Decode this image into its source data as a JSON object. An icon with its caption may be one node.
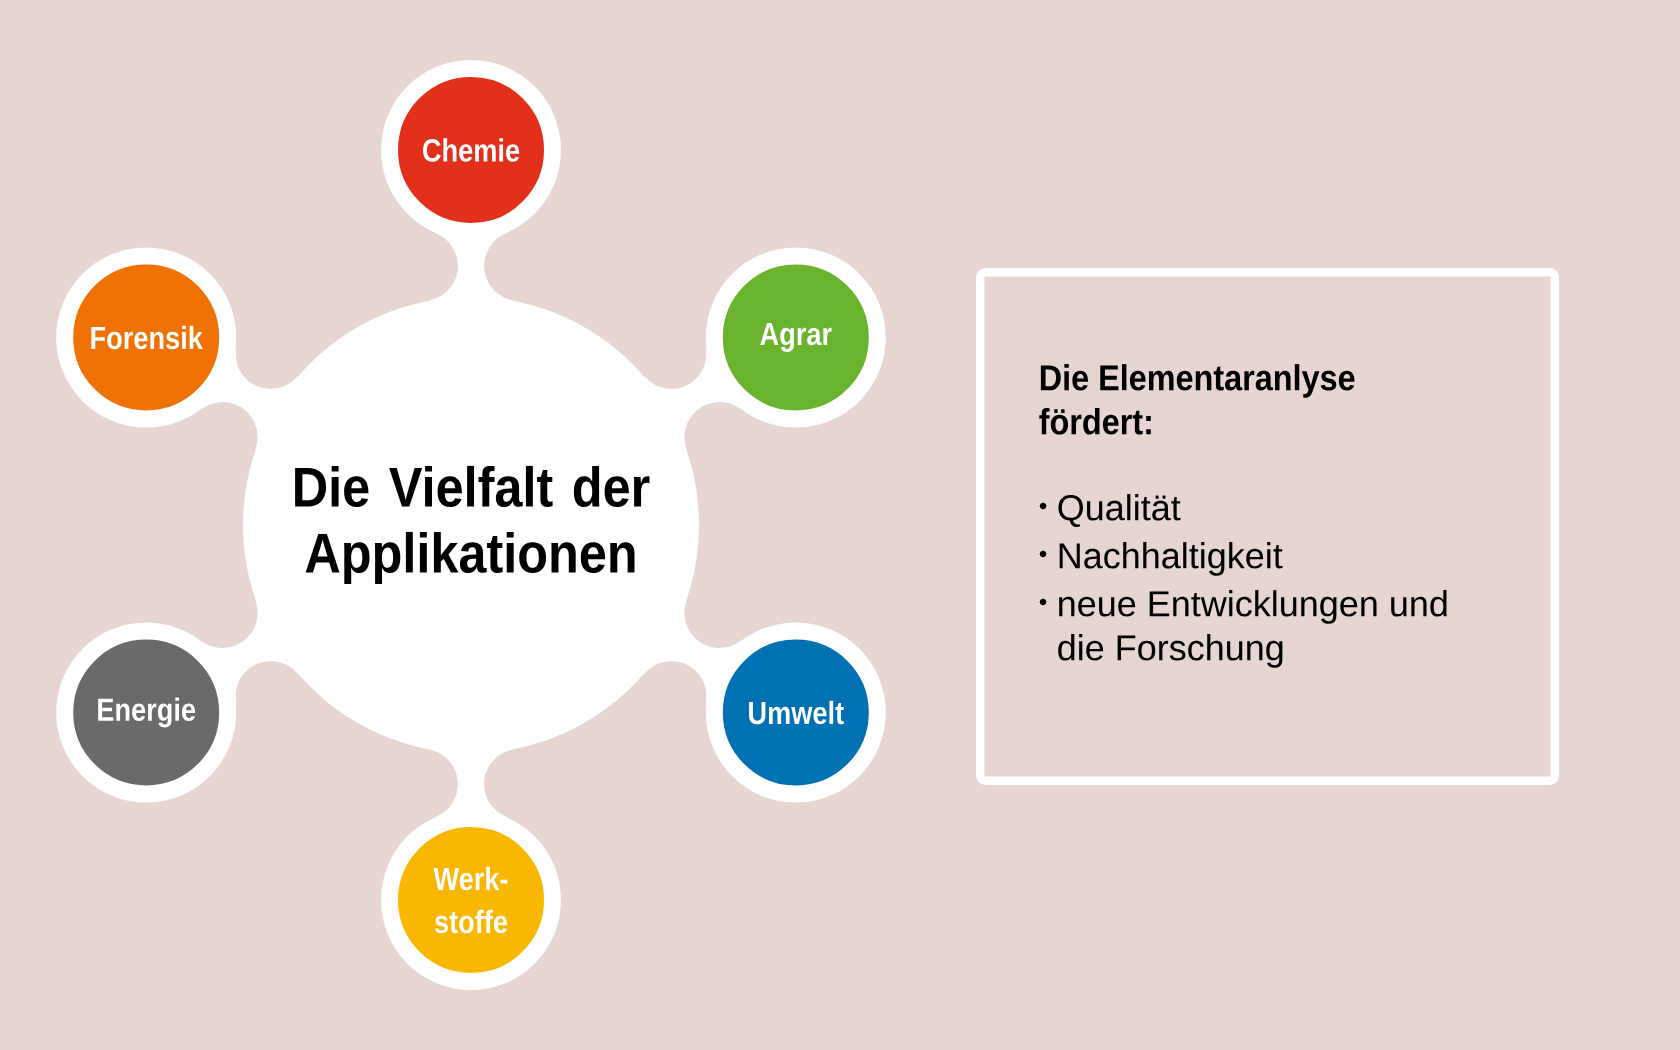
{
  "diagram": {
    "nodes": [
      {
        "text": [
          "Die Vielfalt der Applikationen"
        ]
      },
      {
        "text": [
          "Chemie"
        ]
      },
      {
        "text": [
          "Agrar"
        ]
      },
      {
        "text": [
          "Umwelt"
        ]
      },
      {
        "text": [
          "Werk- stoffe"
        ]
      },
      {
        "text": [
          "Energie"
        ]
      },
      {
        "text": [
          "Forensik"
        ]
      },
      {
        "text": [
          "Die Elementaranlyse fördert:",
          "Qualität",
          "Nachhaltigkeit",
          "neue Entwicklungen und die Forschung"
        ]
      }
    ],
    "edges": [
      {
        "from": 0,
        "to": 1,
        "arrow": "none"
      },
      {
        "from": 0,
        "to": 2,
        "arrow": "none"
      },
      {
        "from": 0,
        "to": 3,
        "arrow": "none"
      },
      {
        "from": 0,
        "to": 4,
        "arrow": "none"
      },
      {
        "from": 0,
        "to": 5,
        "arrow": "none"
      },
      {
        "from": 0,
        "to": 6,
        "arrow": "none"
      }
    ]
  }
}
